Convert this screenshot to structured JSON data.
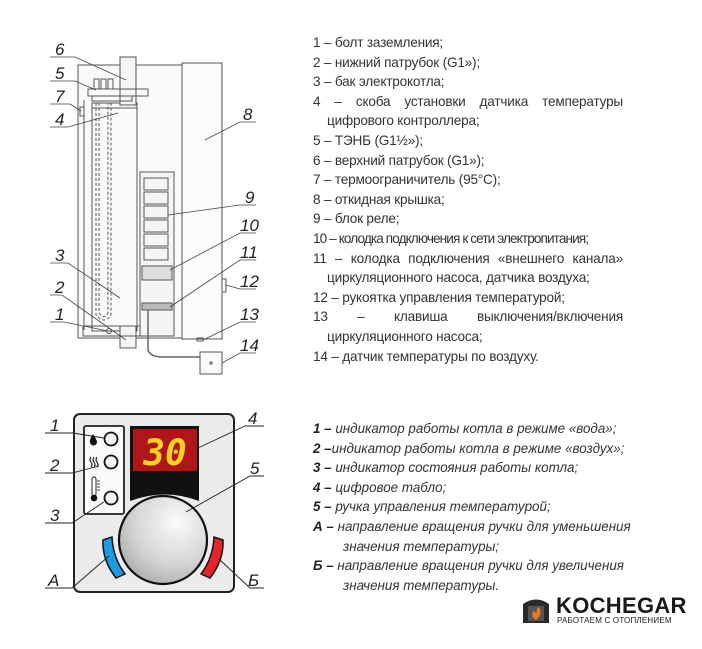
{
  "boiler_diagram": {
    "callouts": [
      "1",
      "2",
      "3",
      "4",
      "5",
      "6",
      "7",
      "8",
      "9",
      "10",
      "11",
      "12",
      "13",
      "14"
    ]
  },
  "boiler_legend": [
    "1 – болт заземления;",
    "2 – нижний патрубок (G1»);",
    "3 – бак электрокотла;",
    "4 – скоба установки датчика температуры",
    "цифрового контроллера;",
    "5 – ТЭНБ (G1½»);",
    "6 – верхний патрубок (G1»);",
    "7 – термоограничитель (95°С);",
    "8 – откидная крышка;",
    "9 – блок реле;",
    "10 – колодка подключения к сети электропитания;",
    "11 – колодка подключения «внешнего канала»",
    "циркуляционного насоса, датчика воздуха;",
    "12 – рукоятка управления температурой;",
    "13 – клавиша выключения/включения",
    "циркуляционного насоса;",
    "14 – датчик температуры по воздуху."
  ],
  "panel_diagram": {
    "display_value": "30",
    "callouts": [
      "1",
      "2",
      "3",
      "4",
      "5",
      "А",
      "Б"
    ],
    "colors": {
      "display_bg": "#b0151a",
      "digits": "#ffd21f",
      "decrease": "#1e9be0",
      "increase": "#e8242a"
    }
  },
  "panel_legend": [
    {
      "key": "1 –",
      "text": "индикатор работы котла в режиме «вода»;"
    },
    {
      "key": "2 –",
      "text": "индикатор работы котла в режиме «воздух»;"
    },
    {
      "key": "3 –",
      "text": "индикатор состояния работы  котла;"
    },
    {
      "key": "4 –",
      "text": "цифровое табло;"
    },
    {
      "key": "5 –",
      "text": "ручка управления температурой;"
    },
    {
      "key": "А –",
      "text": "направление вращения ручки для уменьшения"
    },
    {
      "key": "",
      "text": "значения температуры;"
    },
    {
      "key": "Б –",
      "text": "направление вращения ручки для увеличения"
    },
    {
      "key": "",
      "text": "значения температуры."
    }
  ],
  "logo": {
    "name": "KOCHEGAR",
    "tagline": "РАБОТАЕМ С ОТОПЛЕНИЕМ"
  }
}
